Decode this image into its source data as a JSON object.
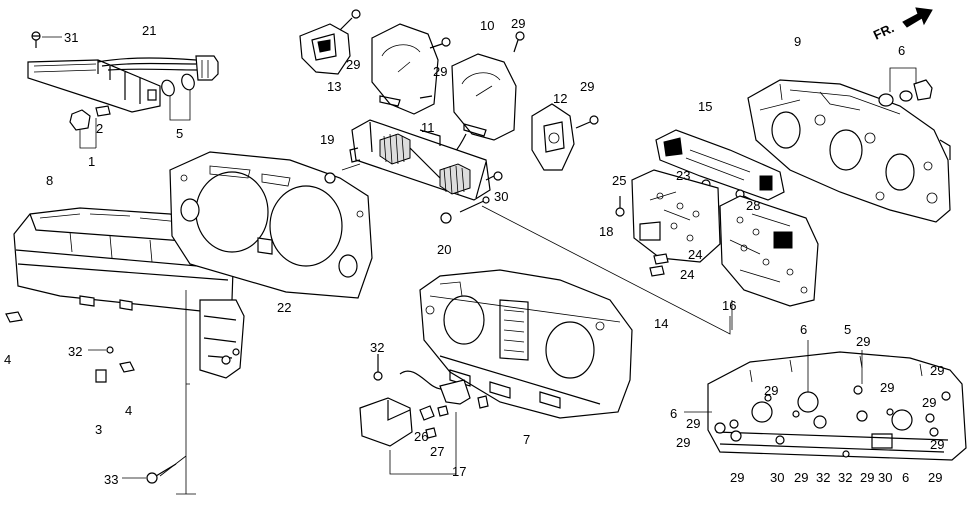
{
  "direction_label": "FR.",
  "parts": [
    {
      "id": "p31",
      "num": "31"
    },
    {
      "id": "p21",
      "num": "21"
    },
    {
      "id": "p2",
      "num": "2"
    },
    {
      "id": "p1",
      "num": "1"
    },
    {
      "id": "p5a",
      "num": "5"
    },
    {
      "id": "p8",
      "num": "8"
    },
    {
      "id": "p4a",
      "num": "4"
    },
    {
      "id": "p32a",
      "num": "32"
    },
    {
      "id": "p4b",
      "num": "4"
    },
    {
      "id": "p3",
      "num": "3"
    },
    {
      "id": "p33",
      "num": "33"
    },
    {
      "id": "p13",
      "num": "13"
    },
    {
      "id": "p29a",
      "num": "29"
    },
    {
      "id": "p29b",
      "num": "29"
    },
    {
      "id": "p11",
      "num": "11"
    },
    {
      "id": "p10",
      "num": "10"
    },
    {
      "id": "p29c",
      "num": "29"
    },
    {
      "id": "p19",
      "num": "19"
    },
    {
      "id": "p22",
      "num": "22"
    },
    {
      "id": "p30a",
      "num": "30"
    },
    {
      "id": "p20",
      "num": "20"
    },
    {
      "id": "p12",
      "num": "12"
    },
    {
      "id": "p29d",
      "num": "29"
    },
    {
      "id": "p14",
      "num": "14"
    },
    {
      "id": "p32b",
      "num": "32"
    },
    {
      "id": "p7",
      "num": "7"
    },
    {
      "id": "p26",
      "num": "26"
    },
    {
      "id": "p27",
      "num": "27"
    },
    {
      "id": "p17",
      "num": "17"
    },
    {
      "id": "p15",
      "num": "15"
    },
    {
      "id": "p25",
      "num": "25"
    },
    {
      "id": "p23",
      "num": "23"
    },
    {
      "id": "p28",
      "num": "28"
    },
    {
      "id": "p18",
      "num": "18"
    },
    {
      "id": "p24a",
      "num": "24"
    },
    {
      "id": "p24b",
      "num": "24"
    },
    {
      "id": "p16",
      "num": "16"
    },
    {
      "id": "p9",
      "num": "9"
    },
    {
      "id": "p6a",
      "num": "6"
    },
    {
      "id": "p6b",
      "num": "6"
    },
    {
      "id": "p5b",
      "num": "5"
    },
    {
      "id": "p29e",
      "num": "29"
    },
    {
      "id": "p29f",
      "num": "29"
    },
    {
      "id": "p29g",
      "num": "29"
    },
    {
      "id": "p29h",
      "num": "29"
    },
    {
      "id": "p6c",
      "num": "6"
    },
    {
      "id": "p29i",
      "num": "29"
    },
    {
      "id": "p29j",
      "num": "29"
    },
    {
      "id": "p29k",
      "num": "29"
    },
    {
      "id": "p29l",
      "num": "29"
    },
    {
      "id": "p29m",
      "num": "29"
    },
    {
      "id": "p30b",
      "num": "30"
    },
    {
      "id": "p29n",
      "num": "29"
    },
    {
      "id": "p32c",
      "num": "32"
    },
    {
      "id": "p32d",
      "num": "32"
    },
    {
      "id": "p29o",
      "num": "29"
    },
    {
      "id": "p30c",
      "num": "30"
    },
    {
      "id": "p6d",
      "num": "6"
    },
    {
      "id": "p29p",
      "num": "29"
    }
  ]
}
